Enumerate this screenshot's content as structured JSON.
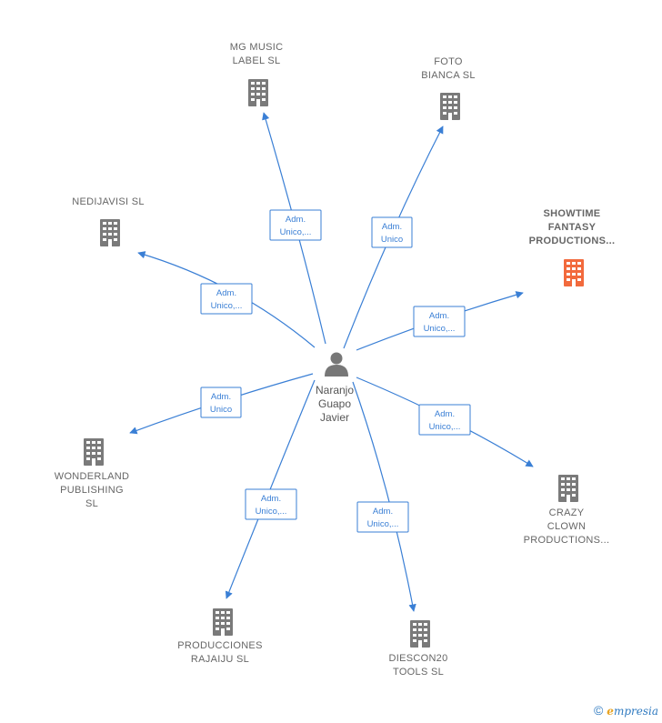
{
  "center": {
    "lines": [
      "Naranjo",
      "Guapo",
      "Javier"
    ],
    "icon": "person-icon"
  },
  "colors": {
    "edge": "#3a7fd5",
    "building": "#7a7a7a",
    "highlight": "#f26a3d",
    "label_border": "#3a7fd5"
  },
  "companies": [
    {
      "id": "mg-music-label-sl",
      "lines": [
        "MG MUSIC",
        "LABEL  SL"
      ],
      "highlight": false,
      "edge_label": [
        "Adm.",
        "Unico,..."
      ]
    },
    {
      "id": "foto-bianca-sl",
      "lines": [
        "FOTO",
        "BIANCA SL"
      ],
      "highlight": false,
      "edge_label": [
        "Adm.",
        "Unico"
      ]
    },
    {
      "id": "showtime-fantasy-productions",
      "lines": [
        "SHOWTIME",
        "FANTASY",
        "PRODUCTIONS..."
      ],
      "highlight": true,
      "edge_label": [
        "Adm.",
        "Unico,..."
      ]
    },
    {
      "id": "nedijavisi-sl",
      "lines": [
        "NEDIJAVISI  SL"
      ],
      "highlight": false,
      "edge_label": [
        "Adm.",
        "Unico,..."
      ]
    },
    {
      "id": "wonderland-publishing-sl",
      "lines": [
        "WONDERLAND",
        "PUBLISHING",
        "SL"
      ],
      "highlight": false,
      "edge_label": [
        "Adm.",
        "Unico"
      ]
    },
    {
      "id": "crazy-clown-productions",
      "lines": [
        "CRAZY",
        "CLOWN",
        "PRODUCTIONS..."
      ],
      "highlight": false,
      "edge_label": [
        "Adm.",
        "Unico,..."
      ]
    },
    {
      "id": "producciones-rajaiju-sl",
      "lines": [
        "PRODUCCIONES",
        "RAJAIJU  SL"
      ],
      "highlight": false,
      "edge_label": [
        "Adm.",
        "Unico,..."
      ]
    },
    {
      "id": "diescon20-tools-sl",
      "lines": [
        "DIESCON20",
        "TOOLS  SL"
      ],
      "highlight": false,
      "edge_label": [
        "Adm.",
        "Unico,..."
      ]
    }
  ],
  "footer": {
    "copyright": "©",
    "brand_initial": "e",
    "brand_rest": "mpresia"
  }
}
